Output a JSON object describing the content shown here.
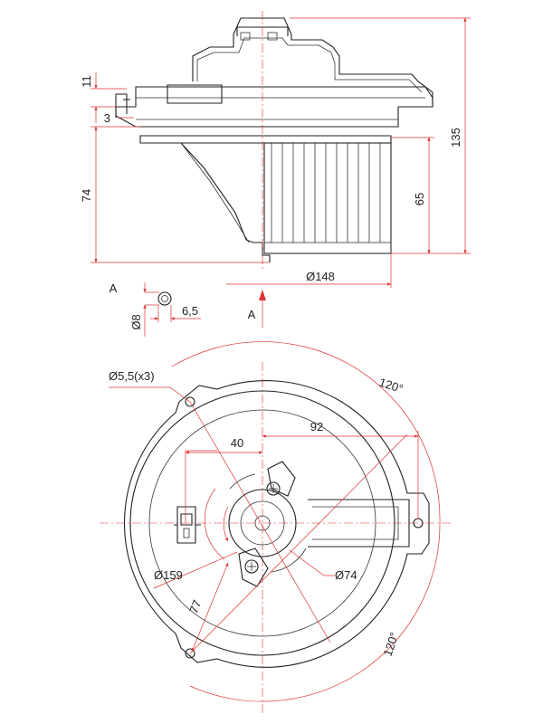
{
  "dimensions": {
    "d11": "11",
    "d3": "3",
    "d74": "74",
    "d65": "65",
    "d135": "135",
    "dia148": "Ø148",
    "dia8": "Ø8",
    "d6_5": "6,5",
    "holes": "Ø5,5(x3)",
    "angle_top": "120°",
    "angle_bottom": "120°",
    "d92": "92",
    "d40": "40",
    "dia159": "Ø159",
    "dia74": "Ø74",
    "d77": "77"
  },
  "view_labels": {
    "section_a": "A",
    "arrow_a": "A"
  },
  "colors": {
    "outline": "#222222",
    "dimension": "#e03030"
  }
}
